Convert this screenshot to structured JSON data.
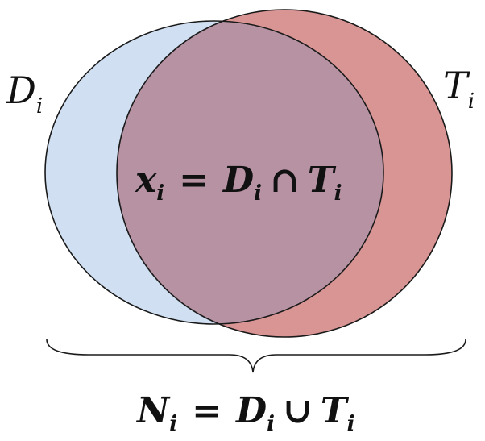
{
  "colors": {
    "set_d_fill": "#d0e0f2",
    "set_t_fill": "#d99494",
    "intersection_fill": "#b692a3",
    "stroke": "#1a1a1a"
  },
  "labels": {
    "d": {
      "base": "D",
      "sub": "i"
    },
    "t": {
      "base": "T",
      "sub": "i"
    }
  },
  "intersection_formula": {
    "lhs": "x",
    "lhs_sub": "i",
    "eq": "=",
    "a": "D",
    "a_sub": "i",
    "op": "∩",
    "b": "T",
    "b_sub": "i"
  },
  "union_formula": {
    "lhs": "N",
    "lhs_sub": "i",
    "eq": "=",
    "a": "D",
    "a_sub": "i",
    "op": "∪",
    "b": "T",
    "b_sub": "i"
  }
}
